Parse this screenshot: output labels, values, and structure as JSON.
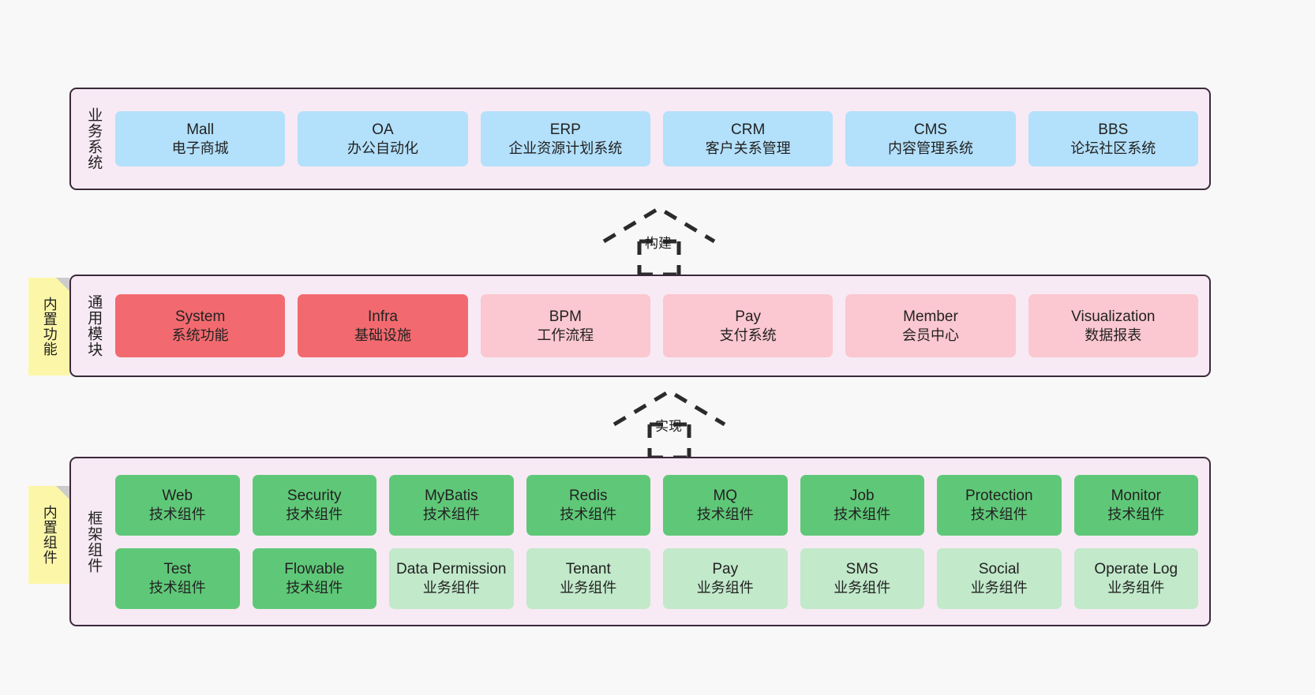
{
  "layers": [
    {
      "key": "business",
      "title": "业务系统",
      "rows": [
        [
          {
            "en": "Mall",
            "cn": "电子商城",
            "style": "c-blue"
          },
          {
            "en": "OA",
            "cn": "办公自动化",
            "style": "c-blue"
          },
          {
            "en": "ERP",
            "cn": "企业资源计划系统",
            "style": "c-blue"
          },
          {
            "en": "CRM",
            "cn": "客户关系管理",
            "style": "c-blue"
          },
          {
            "en": "CMS",
            "cn": "内容管理系统",
            "style": "c-blue"
          },
          {
            "en": "BBS",
            "cn": "论坛社区系统",
            "style": "c-blue"
          }
        ]
      ]
    },
    {
      "key": "modules",
      "title": "通用模块",
      "rows": [
        [
          {
            "en": "System",
            "cn": "系统功能",
            "style": "c-red"
          },
          {
            "en": "Infra",
            "cn": "基础设施",
            "style": "c-red"
          },
          {
            "en": "BPM",
            "cn": "工作流程",
            "style": "c-pink"
          },
          {
            "en": "Pay",
            "cn": "支付系统",
            "style": "c-pink"
          },
          {
            "en": "Member",
            "cn": "会员中心",
            "style": "c-pink"
          },
          {
            "en": "Visualization",
            "cn": "数据报表",
            "style": "c-pink"
          }
        ]
      ]
    },
    {
      "key": "framework",
      "title": "框架组件",
      "rows": [
        [
          {
            "en": "Web",
            "cn": "技术组件",
            "style": "c-green"
          },
          {
            "en": "Security",
            "cn": "技术组件",
            "style": "c-green"
          },
          {
            "en": "MyBatis",
            "cn": "技术组件",
            "style": "c-green"
          },
          {
            "en": "Redis",
            "cn": "技术组件",
            "style": "c-green"
          },
          {
            "en": "MQ",
            "cn": "技术组件",
            "style": "c-green"
          },
          {
            "en": "Job",
            "cn": "技术组件",
            "style": "c-green"
          },
          {
            "en": "Protection",
            "cn": "技术组件",
            "style": "c-green"
          },
          {
            "en": "Monitor",
            "cn": "技术组件",
            "style": "c-green"
          }
        ],
        [
          {
            "en": "Test",
            "cn": "技术组件",
            "style": "c-green"
          },
          {
            "en": "Flowable",
            "cn": "技术组件",
            "style": "c-green"
          },
          {
            "en": "Data Permission",
            "cn": "业务组件",
            "style": "c-green-light"
          },
          {
            "en": "Tenant",
            "cn": "业务组件",
            "style": "c-green-light"
          },
          {
            "en": "Pay",
            "cn": "业务组件",
            "style": "c-green-light"
          },
          {
            "en": "SMS",
            "cn": "业务组件",
            "style": "c-green-light"
          },
          {
            "en": "Social",
            "cn": "业务组件",
            "style": "c-green-light"
          },
          {
            "en": "Operate Log",
            "cn": "业务组件",
            "style": "c-green-light"
          }
        ]
      ]
    }
  ],
  "notes": [
    {
      "key": "modules",
      "text": "内置功能"
    },
    {
      "key": "framework",
      "text": "内置组件"
    }
  ],
  "arrows": [
    {
      "key": "build",
      "label": "构建"
    },
    {
      "key": "impl",
      "label": "实现"
    }
  ],
  "colors": {
    "band_fill": "#f7eaf4",
    "band_border": "#3b2a3a",
    "blue": "#b3e0fb",
    "red": "#f26a6f",
    "pink": "#fbc7d0",
    "green": "#5fc878",
    "green_light": "#c1e9ca",
    "note": "#fcf7a8",
    "background": "#f8f8f8"
  }
}
